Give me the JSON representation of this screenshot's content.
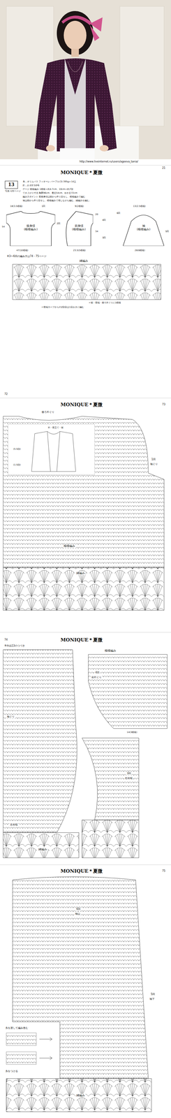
{
  "diagram": {
    "nodes": [
      {
        "text": [
          "後身頃",
          "(模様編み)"
        ]
      },
      {
        "text": [
          "前身頃",
          "(模様編み)"
        ]
      },
      {
        "text": [
          "袖",
          "(模様編み)"
        ]
      }
    ],
    "labels": [
      "http://www.liveinternet.ru/users/ageeva_tania/",
      "21",
      "MONIQUE＊夏微",
      "13",
      "写真→20ページ",
      "糸…オリムパス フィオーレ パープル(3) 395g＝14玉",
      "針…かぎ針3/0号",
      "ゲージ 模様編み 1模様＝約4.7cm、10cm＝約7段",
      "でき上がり寸法 胸囲96cm、着丈54cm、ゆき丈72cm",
      "編み方ポイント 前後身頃は鎖から作り目をし、模様編みで編む",
      "袖は鎖から作り目をし、模様編みで増しながら編む。縁編みを編む。",
      "18(3.5模様)",
      "1回",
      "2回",
      "47(10模様)",
      "54",
      "9(2模様)",
      "20",
      "34",
      "3回",
      "4回",
      "23.5(5模様)",
      "6回",
      "5回",
      "28(6模様)",
      "13(2.5模様)",
      "※3〜6回の編み方は74・75ページ",
      "縁編み",
      "←裾・前端・後ろ衿ぐりに1模様",
      "←前端カーブからの2段目は1目おきに編む",
      "MONIQUE＊夏微",
      "73",
      "後ろ衿ぐり",
      "1回",
      "袖ぐり",
      "模様編み",
      "衿・前立て・裾",
      "(5.5段)",
      "(1.5段)",
      "縁編み",
      "72",
      "MONIQUE＊夏微",
      "74",
      "※作品13のつづき",
      "模様編み",
      "4回",
      "前衿ぐり",
      "袖ぐり",
      "3回",
      "右前端",
      "左前端",
      "縁編み",
      "14(3模様)",
      "MONIQUE＊夏微",
      "75",
      "6回",
      "袖山",
      "5回",
      "袖下",
      "糸を渡して編み進む",
      "糸をつける",
      "縁編み"
    ]
  }
}
